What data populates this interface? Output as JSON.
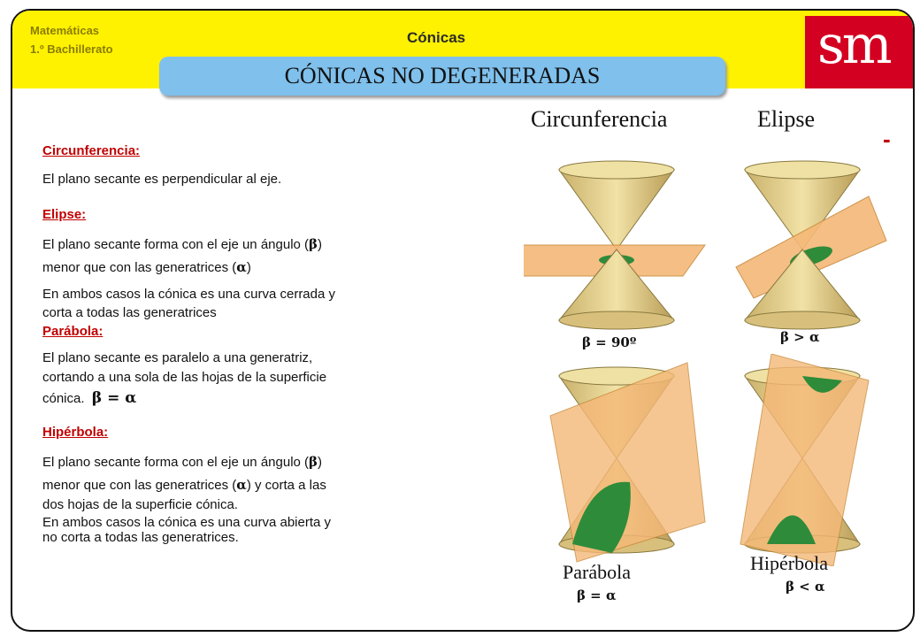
{
  "header": {
    "subject_line1": "Matemáticas",
    "subject_line2": "1.º Bachillerato",
    "topic": "Cónicas",
    "logo": "sm",
    "banner_title": "CÓNICAS NO DEGENERADAS"
  },
  "sections": {
    "circ_heading": "Circunferencia:",
    "circ_text": "El plano secante es perpendicular al eje.",
    "elip_heading": "Elipse:",
    "elip_text1": "El plano secante forma con el eje un ángulo (",
    "elip_text1_sym": "β",
    "elip_text1_end": ")",
    "elip_text2": "menor que con las generatrices (",
    "elip_text2_sym": "α",
    "elip_text2_end": ")",
    "closed_note1": "En ambos casos la cónica es una curva cerrada y",
    "closed_note2": "corta a todas las generatrices",
    "par_heading": "Parábola:",
    "par_text1": "El plano secante es paralelo a una generatriz,",
    "par_text2": "cortando a una sola de las hojas de la superficie",
    "par_text3": "cónica.",
    "par_rel": "β = α",
    "hip_heading": "Hipérbola:",
    "hip_text1": "El plano secante forma con el eje un ángulo (",
    "hip_text1_sym": "β",
    "hip_text1_end": ")",
    "hip_text2a": "menor que con las generatrices (",
    "hip_text2_sym": "α",
    "hip_text2b": ") y corta a las",
    "hip_text3": "dos hojas de la superficie cónica.",
    "open_note1": "En ambos casos la cónica es una curva abierta y",
    "open_note2": "no corta a todas las generatrices."
  },
  "figures": {
    "circ_title": "Circunferencia",
    "elip_title": "Elipse",
    "par_label": "Parábola",
    "hip_label": "Hipérbola",
    "circ_rel": "β = 90º",
    "elip_rel": "β > α",
    "par_rel": "β = α",
    "hip_rel": "β < α",
    "dash": "-"
  },
  "colors": {
    "header_yellow": "#fff200",
    "logo_red": "#d30021",
    "banner_blue": "#7fc0ec",
    "heading_red": "#c00000",
    "cone_tan": "#e6cf8c",
    "plane_orange": "#f5b877",
    "section_green": "#2e8b3a"
  }
}
